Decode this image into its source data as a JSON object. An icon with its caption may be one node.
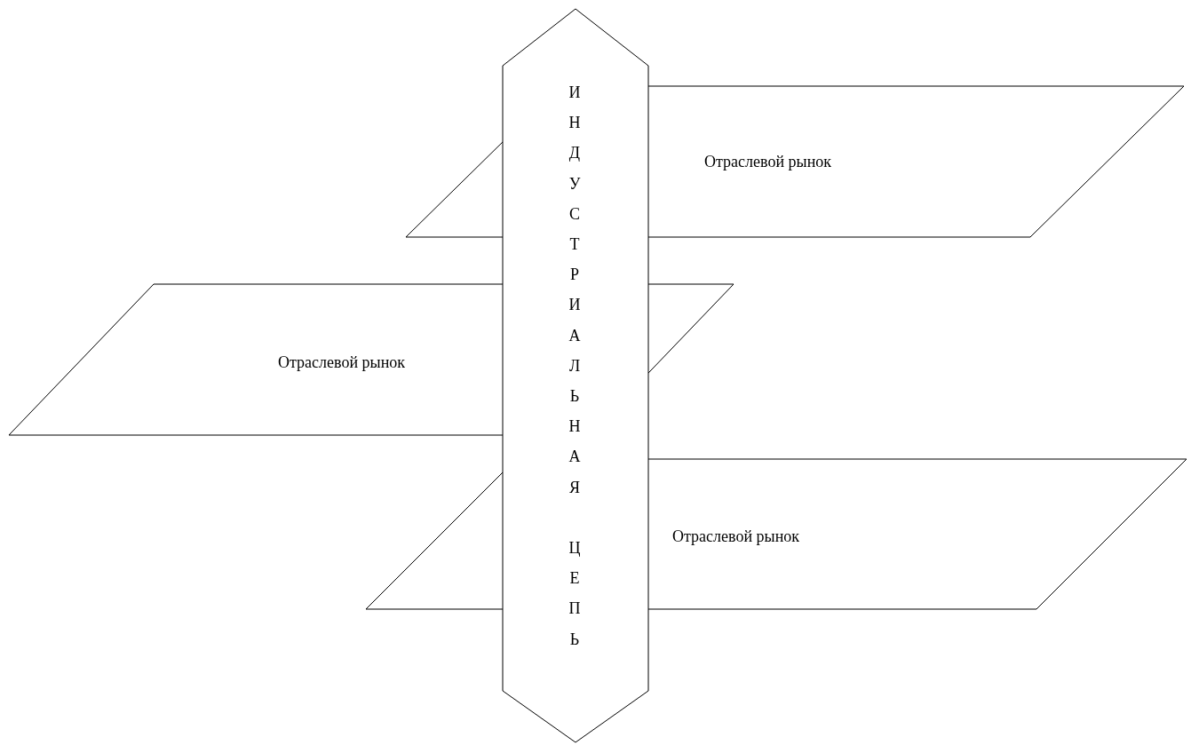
{
  "diagram": {
    "nodes": [
      {
        "text": [
          "ИНДУСТРИАЛЬНАЯ ЦЕПЬ"
        ]
      },
      {
        "text": [
          "Отраслевой рынок"
        ]
      },
      {
        "text": [
          "Отраслевой рынок"
        ]
      },
      {
        "text": [
          "Отраслевой рынок"
        ]
      }
    ]
  }
}
